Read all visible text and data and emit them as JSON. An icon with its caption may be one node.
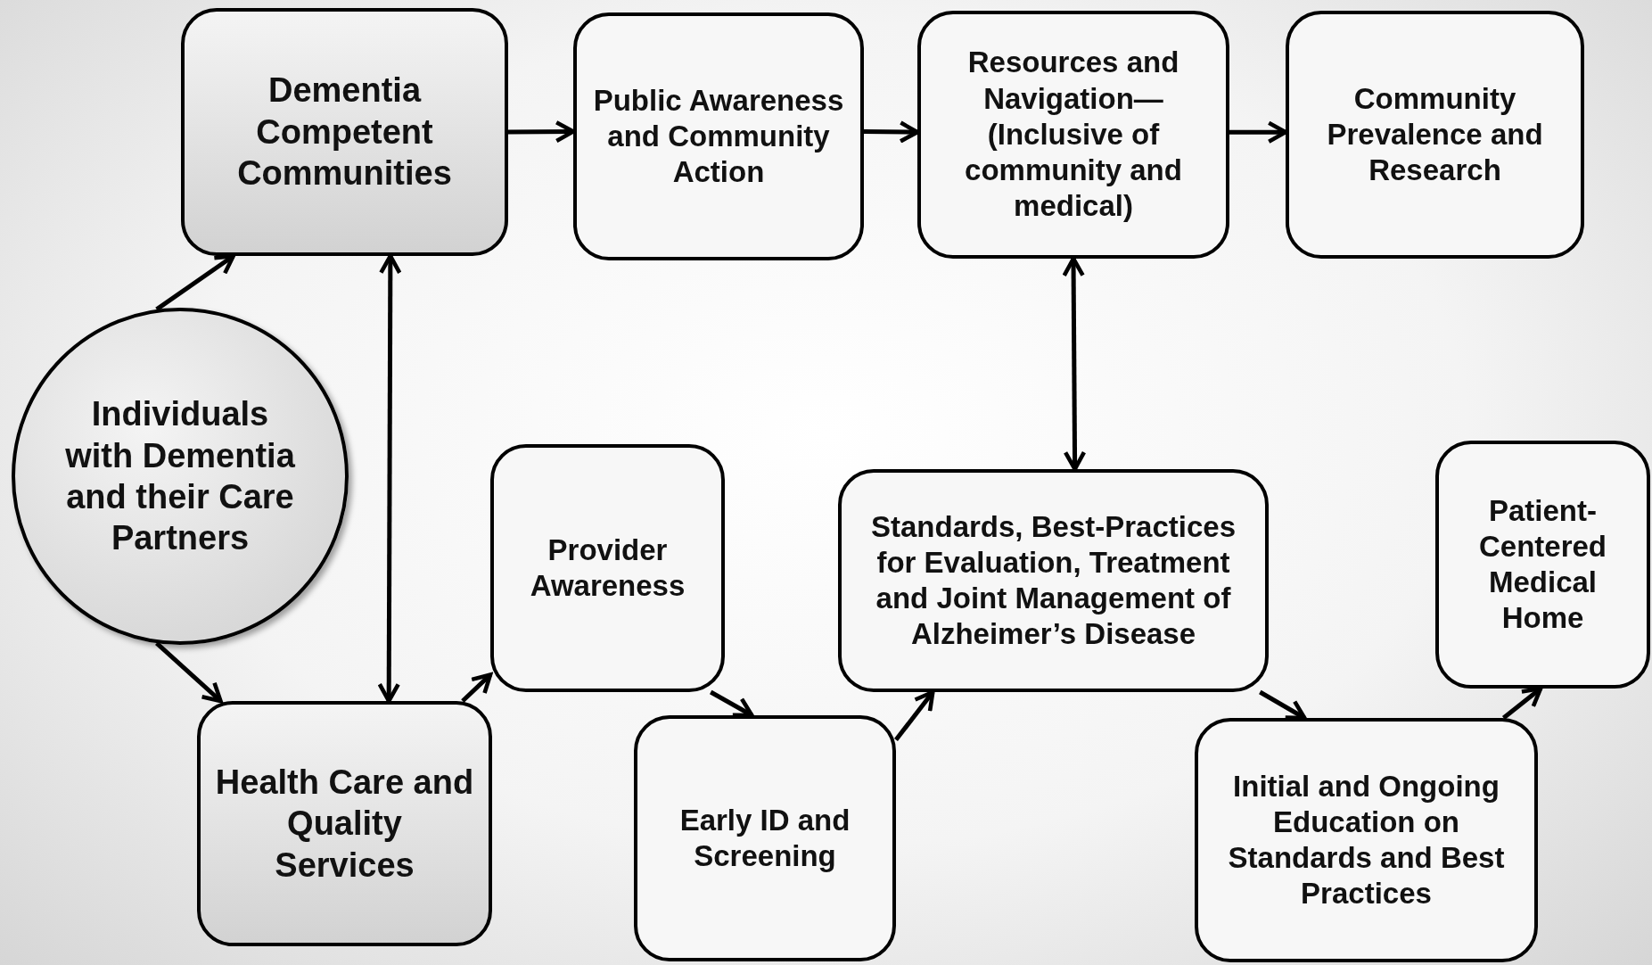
{
  "diagram": {
    "nodes": [
      {
        "text": [
          "Dementia Competent Communities"
        ]
      },
      {
        "text": [
          "Public Awareness and Community Action"
        ]
      },
      {
        "text": [
          "Resources and Navigation—(Inclusive of community and medical)"
        ]
      },
      {
        "text": [
          "Community Prevalence and Research"
        ]
      },
      {
        "text": [
          "Individuals with Dementia and their Care Partners"
        ]
      },
      {
        "text": [
          "Provider Awareness"
        ]
      },
      {
        "text": [
          "Standards, Best-Practices for Evaluation, Treatment and Joint Management of Alzheimer’s Disease"
        ]
      },
      {
        "text": [
          "Patient-Centered Medical Home"
        ]
      },
      {
        "text": [
          "Health Care and Quality Services"
        ]
      },
      {
        "text": [
          "Early ID and Screening"
        ]
      },
      {
        "text": [
          "Initial and Ongoing Education on Standards and Best Practices"
        ]
      }
    ],
    "edges": [
      {
        "from": 0,
        "to": 1,
        "arrow": "to"
      },
      {
        "from": 1,
        "to": 2,
        "arrow": "to"
      },
      {
        "from": 2,
        "to": 3,
        "arrow": "to"
      },
      {
        "from": 4,
        "to": 0,
        "arrow": "to"
      },
      {
        "from": 4,
        "to": 8,
        "arrow": "to"
      },
      {
        "from": 0,
        "to": 8,
        "arrow": "both"
      },
      {
        "from": 2,
        "to": 6,
        "arrow": "both"
      },
      {
        "from": 8,
        "to": 5,
        "arrow": "to"
      },
      {
        "from": 5,
        "to": 9,
        "arrow": "to"
      },
      {
        "from": 9,
        "to": 6,
        "arrow": "to"
      },
      {
        "from": 6,
        "to": 10,
        "arrow": "to"
      },
      {
        "from": 10,
        "to": 7,
        "arrow": "to"
      }
    ]
  }
}
